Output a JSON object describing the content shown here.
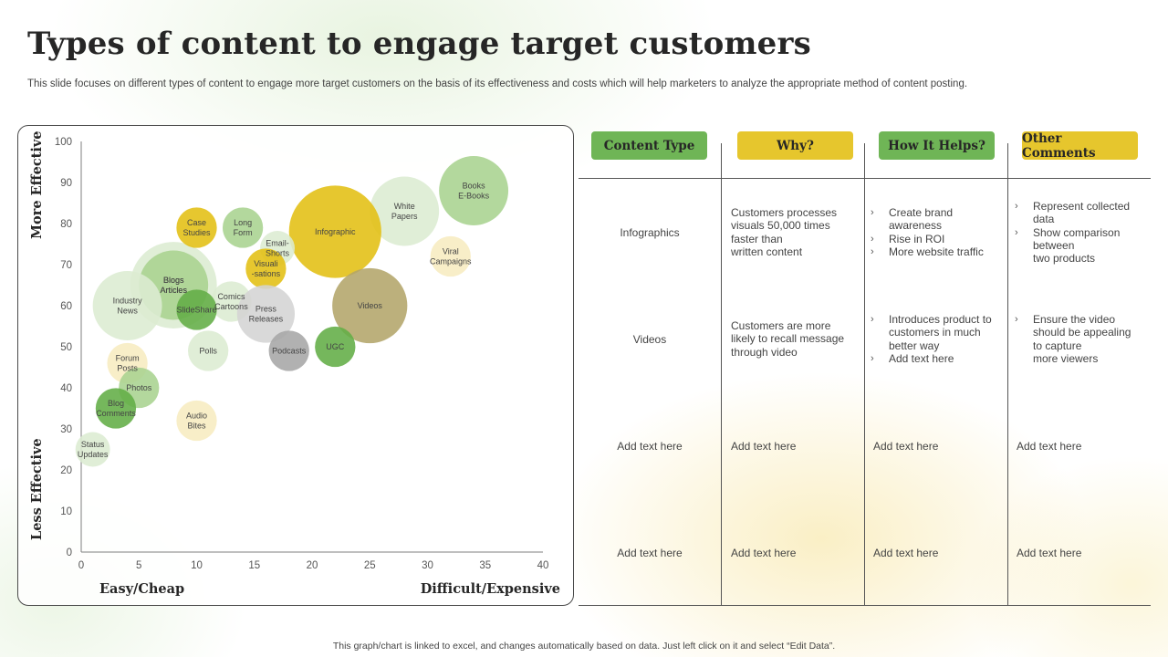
{
  "header": {
    "title": "Types of content to engage target customers",
    "subtitle": "This slide focuses on different types of content to engage more target customers on the basis of its effectiveness and costs which will help marketers to analyze the appropriate method of content posting."
  },
  "axis_words": {
    "top": "More Effective",
    "bottom": "Less Effective",
    "left": "Easy/Cheap",
    "right": "Difficult/Expensive"
  },
  "colors": {
    "dark_green": "#62ad45",
    "light_green": "#a9d38f",
    "pale_green": "#dcecd1",
    "gold": "#e2bf12",
    "pale_yellow": "#f7ecc0",
    "gray": "#a6a6a6",
    "light_gray": "#d4d4d4",
    "olive": "#b3a56a",
    "header_green": "#6fb556",
    "header_yellow": "#e6c62d"
  },
  "chart_data": {
    "type": "scatter",
    "variant": "bubble",
    "xlim": [
      0,
      40
    ],
    "ylim": [
      0,
      100
    ],
    "xticks": [
      0,
      5,
      10,
      15,
      20,
      25,
      30,
      35,
      40
    ],
    "yticks": [
      0,
      10,
      20,
      30,
      40,
      50,
      60,
      70,
      80,
      90,
      100
    ],
    "grid": false,
    "points": [
      {
        "label": "Books\nE-Books",
        "x": 34,
        "y": 88,
        "size": 6.0,
        "color": "light_green"
      },
      {
        "label": "White\nPapers",
        "x": 28,
        "y": 83,
        "size": 6.0,
        "color": "pale_green"
      },
      {
        "label": "Infographic",
        "x": 22,
        "y": 78,
        "size": 8.0,
        "color": "gold"
      },
      {
        "label": "Viral\nCampaigns",
        "x": 32,
        "y": 72,
        "size": 3.5,
        "color": "pale_yellow"
      },
      {
        "label": "Blogs\nArticles",
        "x": 8,
        "y": 65,
        "size": 7.5,
        "color": "pale_green"
      },
      {
        "label": "Blogs\nArticles",
        "x": 8,
        "y": 65,
        "size": 6.0,
        "color": "light_green"
      },
      {
        "label": "Industry\nNews",
        "x": 4,
        "y": 60,
        "size": 6.0,
        "color": "pale_green"
      },
      {
        "label": "Case\nStudies",
        "x": 10,
        "y": 79,
        "size": 3.5,
        "color": "gold"
      },
      {
        "label": "Long\nForm",
        "x": 14,
        "y": 79,
        "size": 3.5,
        "color": "light_green"
      },
      {
        "label": "Email-\nShorts",
        "x": 17,
        "y": 74,
        "size": 3.0,
        "color": "pale_green"
      },
      {
        "label": "Visuali\n-sations",
        "x": 16,
        "y": 69,
        "size": 3.5,
        "color": "gold"
      },
      {
        "label": "Comics\nCartoons",
        "x": 13,
        "y": 61,
        "size": 3.5,
        "color": "pale_green"
      },
      {
        "label": "SlideShare",
        "x": 10,
        "y": 59,
        "size": 3.5,
        "color": "dark_green"
      },
      {
        "label": "Press\nReleases",
        "x": 16,
        "y": 58,
        "size": 5.0,
        "color": "light_gray"
      },
      {
        "label": "Videos",
        "x": 25,
        "y": 60,
        "size": 6.5,
        "color": "olive"
      },
      {
        "label": "Polls",
        "x": 11,
        "y": 49,
        "size": 3.5,
        "color": "pale_green"
      },
      {
        "label": "Podcasts",
        "x": 18,
        "y": 49,
        "size": 3.5,
        "color": "gray"
      },
      {
        "label": "UGC",
        "x": 22,
        "y": 50,
        "size": 3.5,
        "color": "dark_green"
      },
      {
        "label": "Forum\nPosts",
        "x": 4,
        "y": 46,
        "size": 3.5,
        "color": "pale_yellow"
      },
      {
        "label": "Photos",
        "x": 5,
        "y": 40,
        "size": 3.5,
        "color": "light_green"
      },
      {
        "label": "Blog\nComments",
        "x": 3,
        "y": 35,
        "size": 3.5,
        "color": "dark_green"
      },
      {
        "label": "Audio\nBites",
        "x": 10,
        "y": 32,
        "size": 3.5,
        "color": "pale_yellow"
      },
      {
        "label": "Status\nUpdates",
        "x": 1,
        "y": 25,
        "size": 3.0,
        "color": "pale_green"
      }
    ]
  },
  "table": {
    "headers": [
      "Content Type",
      "Why?",
      "How It Helps?",
      "Other Comments"
    ],
    "rows": [
      {
        "type": "Infographics",
        "why": "Customers processes visuals 50,000 times faster than\nwritten content",
        "helps": [
          "Create brand awareness",
          "Rise in ROI",
          "More website traffic"
        ],
        "comments": [
          "Represent collected data",
          "Show comparison between\ntwo products"
        ]
      },
      {
        "type": "Videos",
        "why": "Customers are more likely to recall message through video",
        "helps": [
          "Introduces product to customers in much better way",
          "Add text here"
        ],
        "comments": [
          "Ensure the video should be appealing to capture\nmore viewers"
        ]
      },
      {
        "type": "Add text here",
        "why": "Add text here",
        "helps_text": "Add text here",
        "comments_text": "Add text here"
      },
      {
        "type": "Add text here",
        "why": "Add text here",
        "helps_text": "Add text here",
        "comments_text": "Add text here"
      }
    ]
  },
  "footer": "This graph/chart is linked to excel, and changes automatically based on data. Just left click on it and select “Edit Data”."
}
